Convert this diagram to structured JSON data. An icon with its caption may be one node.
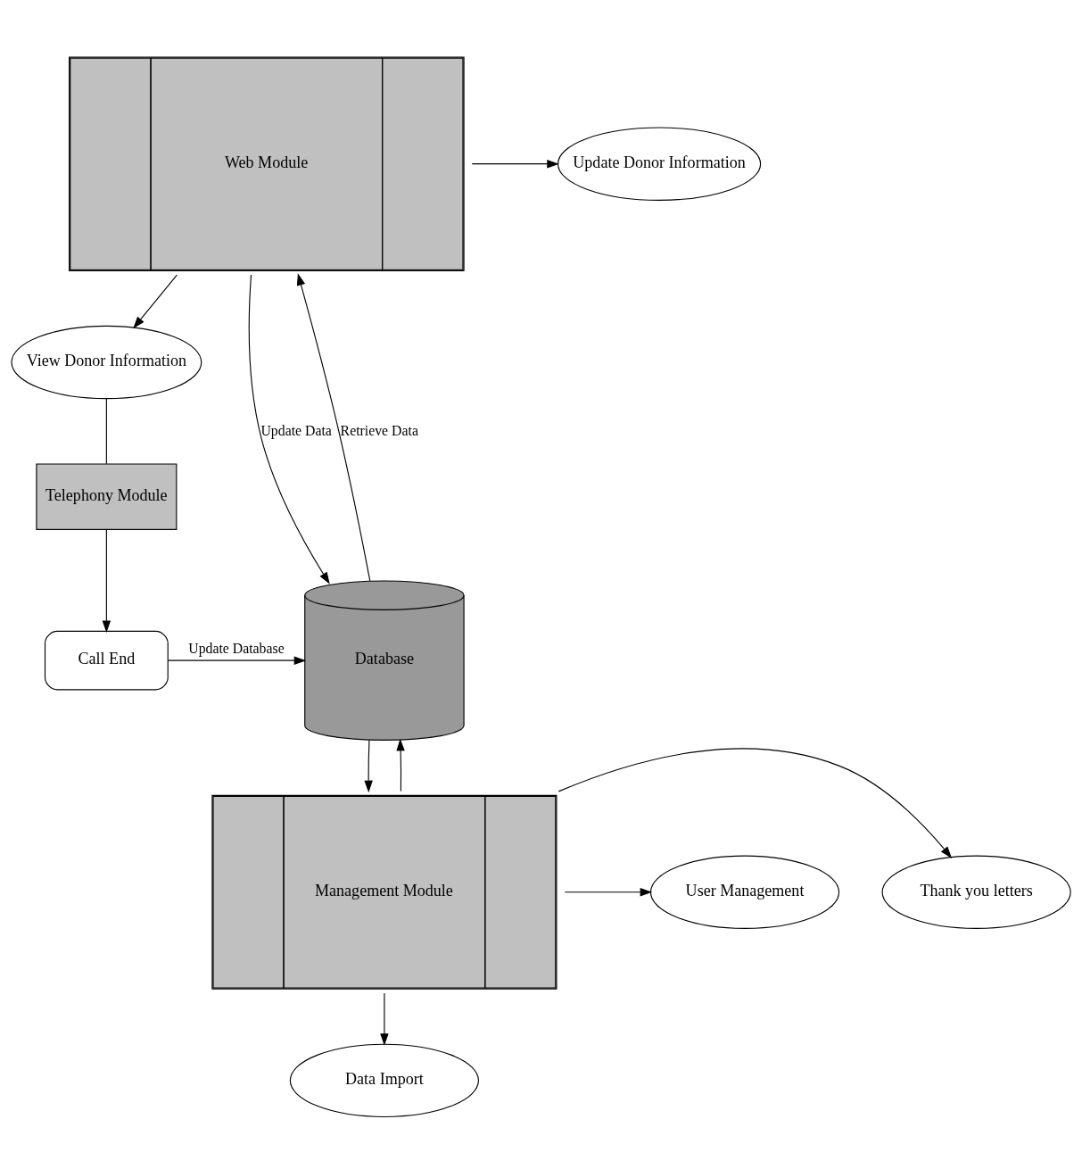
{
  "diagram": {
    "nodes": [
      {
        "text": [
          "Web Module"
        ]
      },
      {
        "text": [
          "Update Donor Information"
        ]
      },
      {
        "text": [
          "View Donor Information"
        ]
      },
      {
        "text": [
          "Telephony Module"
        ]
      },
      {
        "text": [
          "Call End"
        ]
      },
      {
        "text": [
          "Database"
        ]
      },
      {
        "text": [
          "Thank you letters"
        ]
      },
      {
        "text": [
          "User Management"
        ]
      },
      {
        "text": [
          "Management Module"
        ]
      },
      {
        "text": [
          "Data Import"
        ]
      }
    ],
    "edges": [
      {
        "from": 0,
        "to": 1,
        "arrow": "to"
      },
      {
        "from": 0,
        "to": 2,
        "arrow": "to"
      },
      {
        "from": 2,
        "to": 3,
        "arrow": "none"
      },
      {
        "from": 3,
        "to": 4,
        "arrow": "to"
      },
      {
        "from": 4,
        "to": 5,
        "arrow": "to",
        "label": "Update Database"
      },
      {
        "from": 0,
        "to": 5,
        "arrow": "to",
        "label": "Update Data"
      },
      {
        "from": 5,
        "to": 0,
        "arrow": "to",
        "label": "Retrieve Data"
      },
      {
        "from": 8,
        "to": 6,
        "arrow": "to"
      },
      {
        "from": 8,
        "to": 5,
        "arrow": "to"
      },
      {
        "from": 5,
        "to": 8,
        "arrow": "to"
      },
      {
        "from": 8,
        "to": 7,
        "arrow": "to"
      },
      {
        "from": 8,
        "to": 9,
        "arrow": "to"
      }
    ]
  }
}
